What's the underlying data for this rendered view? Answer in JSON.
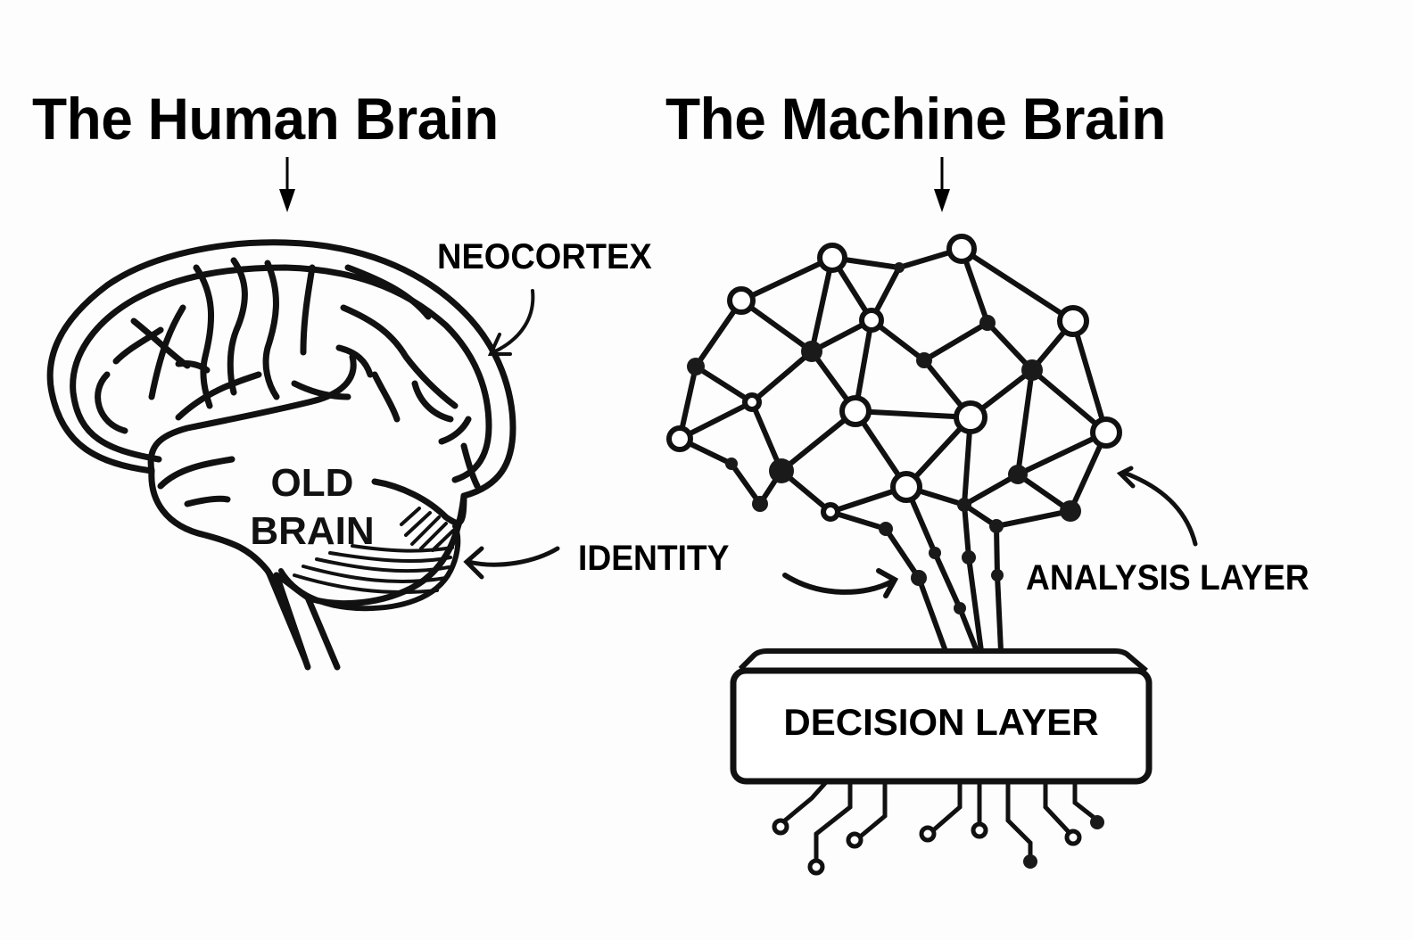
{
  "titles": {
    "human": "The Human Brain",
    "machine": "The Machine Brain"
  },
  "human_brain": {
    "old_brain_line1": "OLD",
    "old_brain_line2": "BRAIN",
    "labels": {
      "neocortex": "NEOCORTEX",
      "identity": "IDENTITY"
    }
  },
  "machine_brain": {
    "labels": {
      "analysis_layer": "ANALYSIS LAYER",
      "decision_layer": "DECISION LAYER"
    }
  },
  "colors": {
    "ink": "#000000",
    "background": "#fdfdfd",
    "node_fill_open": "#ffffff",
    "node_fill_solid": "#1a1a1a"
  }
}
